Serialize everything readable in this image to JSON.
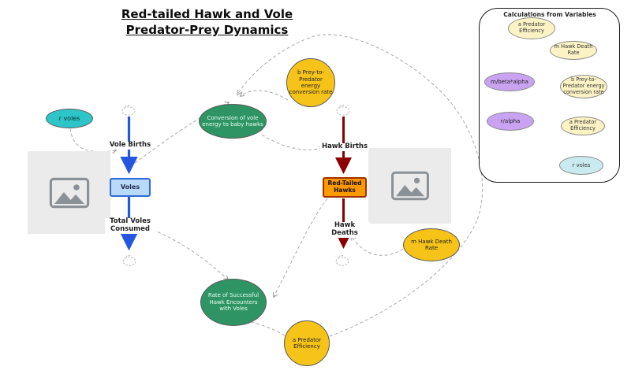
{
  "title": {
    "line1": "Red-tailed Hawk and Vole",
    "line2": "Predator-Prey Dynamics"
  },
  "stocks": {
    "voles": {
      "label": "Voles"
    },
    "hawks": {
      "label": "Red-Tailed Hawks"
    }
  },
  "flows": {
    "vole_births": {
      "label": "Vole Births"
    },
    "total_voles_consumed": {
      "label": "Total Voles Consumed"
    },
    "hawk_births": {
      "label": "Hawk Births"
    },
    "hawk_deaths": {
      "label": "Hawk Deaths"
    }
  },
  "variables": {
    "r_voles": {
      "label": "r voles"
    },
    "conversion": {
      "label": "Conversion of vole energy to baby hawks"
    },
    "b_conversion_rate": {
      "label": "b Prey-to-Predator energy conversion rate"
    },
    "m_death_rate": {
      "label": "m Hawk Death Rate"
    },
    "encounter_rate": {
      "label": "Rate of Successful Hawk Encounters with Voles"
    },
    "a_efficiency": {
      "label": "a Predator Efficiency"
    }
  },
  "panel": {
    "title": "Calculations from Variables",
    "nodes": {
      "a_efficiency_top": {
        "label": "a Predator Efficiency"
      },
      "m_death_rate": {
        "label": "m Hawk Death Rate"
      },
      "m_beta_alpha": {
        "label": "m/beta*alpha"
      },
      "b_conversion": {
        "label": "b Prey-to-Predator energy conversion rate"
      },
      "r_alpha": {
        "label": "r/alpha"
      },
      "a_efficiency_right": {
        "label": "a Predator Efficiency"
      },
      "r_voles": {
        "label": "r voles"
      }
    }
  },
  "colors": {
    "teal": "#2ec5c9",
    "green": "#2e9464",
    "gold": "#f6c318",
    "stock_vole_fill": "#b8d9f7",
    "stock_vole_border": "#2e6bd6",
    "stock_hawk_fill": "#ff9900",
    "stock_hawk_border": "#a03000",
    "flow_vole_arrow": "#2456e0",
    "flow_hawk_arrow": "#8b0000",
    "purple": "#c9a2f2",
    "pale_yellow": "#fcf3c5",
    "pale_cyan": "#c9ebf0",
    "connector_gray": "#a8a8a8"
  }
}
